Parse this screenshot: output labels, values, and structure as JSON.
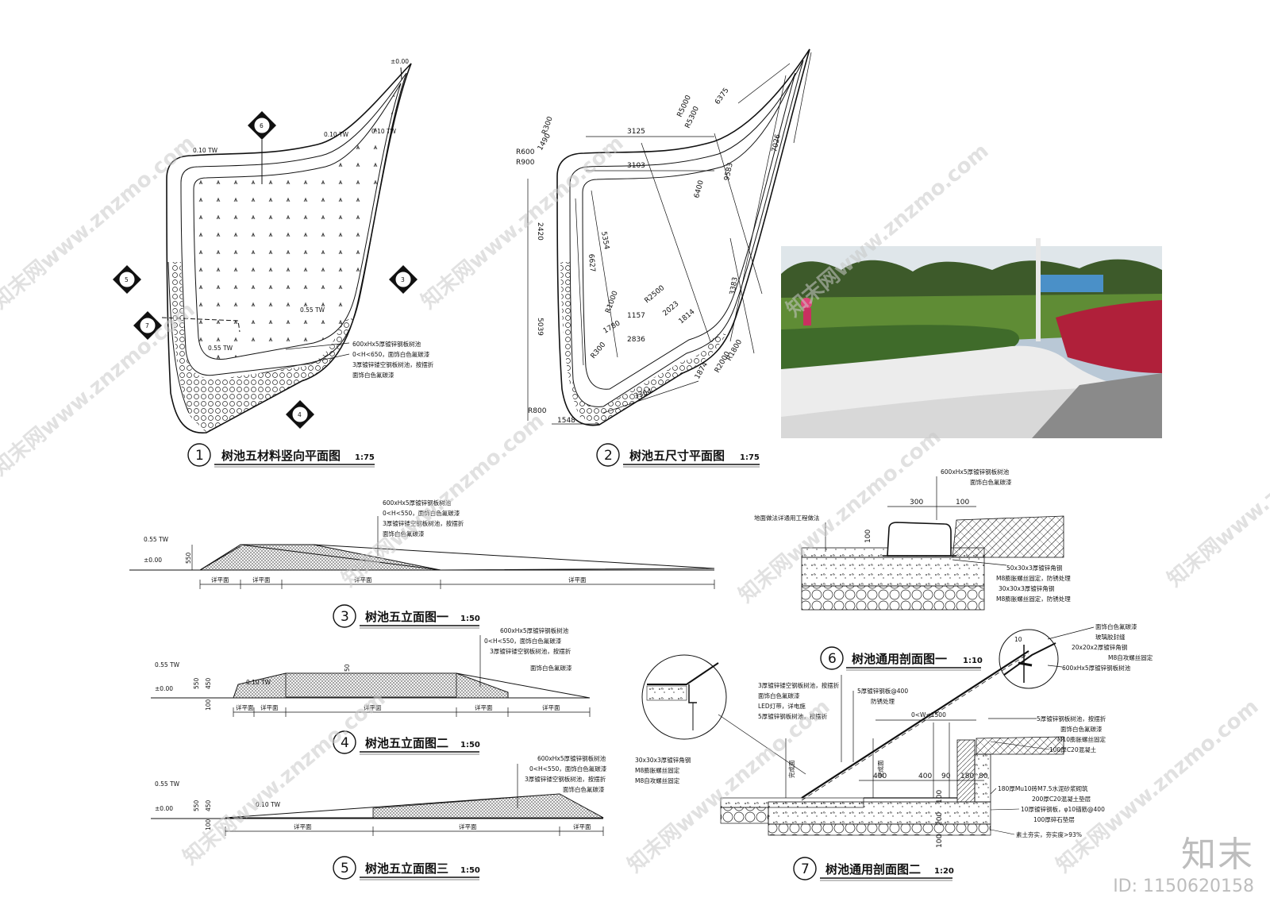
{
  "drawing1": {
    "num": "1",
    "title": "树池五材料竖向平面图",
    "scale": "1:75",
    "elev_top": "±0.00",
    "tw_a": "0.10 TW",
    "tw_b": "0.10 TW",
    "tw_c": "0.10 TW",
    "tw_d": "0.55 TW",
    "tw_e": "0.55 TW",
    "sec3": "3",
    "sec4": "4",
    "sec5": "5",
    "sec6": "6",
    "sec7": "7",
    "notes": [
      "600xHx5厚镀锌钢板树池",
      "0<H<650，面饰白色氟碳漆",
      "3厚镀锌镂空钢板树池，按摆折",
      "面饰白色氟碳漆"
    ]
  },
  "drawing2": {
    "num": "2",
    "title": "树池五尺寸平面图",
    "scale": "1:75",
    "dims": [
      "3125",
      "3103",
      "R300",
      "R600",
      "1490",
      "R900",
      "2420",
      "5354",
      "6627",
      "5039",
      "R1000",
      "1780",
      "R2500",
      "1157",
      "2023",
      "2836",
      "1814",
      "R300",
      "1548",
      "3364",
      "R800",
      "1874",
      "R2000",
      "R1800",
      "3383",
      "6400",
      "9583",
      "7026",
      "6375",
      "R5000",
      "R5300"
    ]
  },
  "drawing3": {
    "num": "3",
    "title": "树池五立面图一",
    "scale": "1:50",
    "tw": "0.55 TW",
    "elev": "±0.00",
    "h": "550",
    "notes": [
      "600xHx5厚镀锌钢板树池",
      "0<H<550，面饰白色氟碳漆",
      "3厚镀锌镂空钢板树池，按摆折",
      "面饰白色氟碳漆"
    ],
    "segs": [
      "详平面",
      "详平面",
      "详平面",
      "详平面"
    ]
  },
  "drawing4": {
    "num": "4",
    "title": "树池五立面图二",
    "scale": "1:50",
    "tw": "0.55 TW",
    "tw2": "0.10 TW",
    "elev": "±0.00",
    "h1": "550",
    "h2": "450",
    "h3": "100",
    "top": "50",
    "notes": [
      "600xHx5厚镀锌钢板树池",
      "0<H<550，面饰白色氟碳漆",
      "3厚镀锌镂空钢板树池，按摆折",
      "面饰白色氟碳漆"
    ],
    "segs": [
      "详平面",
      "详平面",
      "详平面",
      "详平面",
      "详平面"
    ]
  },
  "drawing5": {
    "num": "5",
    "title": "树池五立面图三",
    "scale": "1:50",
    "tw": "0.55 TW",
    "tw2": "0.10 TW",
    "elev": "±0.00",
    "h1": "550",
    "h2": "450",
    "h3": "100",
    "notes": [
      "600xHx5厚镀锌钢板树池",
      "0<H<550，面饰白色氟碳漆",
      "3厚镀锌镂空钢板树池，按摆折",
      "面饰白色氟碳漆"
    ],
    "segs": [
      "详平面",
      "详平面",
      "详平面"
    ]
  },
  "drawing6": {
    "num": "6",
    "title": "树池通用剖面图一",
    "scale": "1:10",
    "top_notes": [
      "600xHx5厚镀锌钢板树池",
      "面饰白色氟碳漆"
    ],
    "left_note": "地面做法详通用工程做法",
    "dims": [
      "300",
      "100",
      "100"
    ],
    "notes": [
      "50x30x3厚镀锌角钢",
      "M8膨胀螺丝固定，防锈处理",
      "30x30x3厚镀锌角钢",
      "M8膨胀螺丝固定，防锈处理"
    ]
  },
  "drawing7": {
    "num": "7",
    "title": "树池通用剖面图二",
    "scale": "1:20",
    "left_notes": [
      "3厚镀锌镂空钢板树池，按摆折",
      "面饰白色氟碳漆",
      "LED灯带，详电施",
      "5厚镀锌钢板树池，按摆折"
    ],
    "mid_notes": [
      "5厚镀锌钢板@400",
      "防锈处理"
    ],
    "width": "0<W<1500",
    "detail_notes": [
      "30x30x3厚镀锌角钢",
      "M8膨胀螺丝固定",
      "M8自攻螺丝固定"
    ],
    "circle_notes": [
      "面饰白色氟碳漆",
      "玻璃胶封缝",
      "20x20x2厚镀锌角钢",
      "M8自攻螺丝固定",
      "600xHx5厚镀锌钢板树池"
    ],
    "right_notes": [
      "5厚镀锌钢板树池，按摆折",
      "面饰白色氟碳漆",
      "M10膨胀螺丝固定",
      "100厚C20混凝土",
      "180厚Mu10砖M7.5水泥砂浆砌筑",
      "200厚C20混凝土垫层",
      "10厚镀锌钢板，φ10锚筋@400",
      "100厚碎石垫层",
      "素土夯实，夯实度>93%"
    ],
    "dims": [
      "400",
      "400",
      "90",
      "180",
      "80",
      "100",
      "200",
      "100"
    ],
    "vlabels": [
      "完成面",
      "完成面"
    ]
  },
  "watermark": "知末网www.znzmo.com",
  "brand": {
    "logo": "知末",
    "id": "ID: 1150620158"
  }
}
